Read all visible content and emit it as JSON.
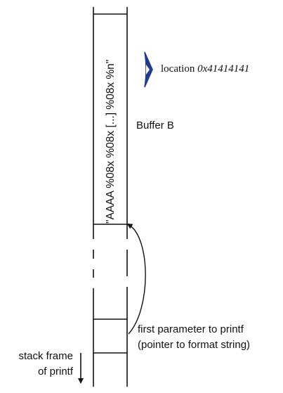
{
  "buffer": {
    "contents": "\"AAAA %08x %08x [...] %08x %n\"",
    "label": "Buffer B"
  },
  "location": {
    "prefix": "location ",
    "address": "0x41414141"
  },
  "first_param": {
    "line1": "first parameter to printf",
    "line2": "(pointer to format string)"
  },
  "stack_frame": {
    "line1": "stack frame",
    "line2": "of printf"
  },
  "colors": {
    "stroke": "#111111",
    "accent": "#1f3b8f"
  }
}
